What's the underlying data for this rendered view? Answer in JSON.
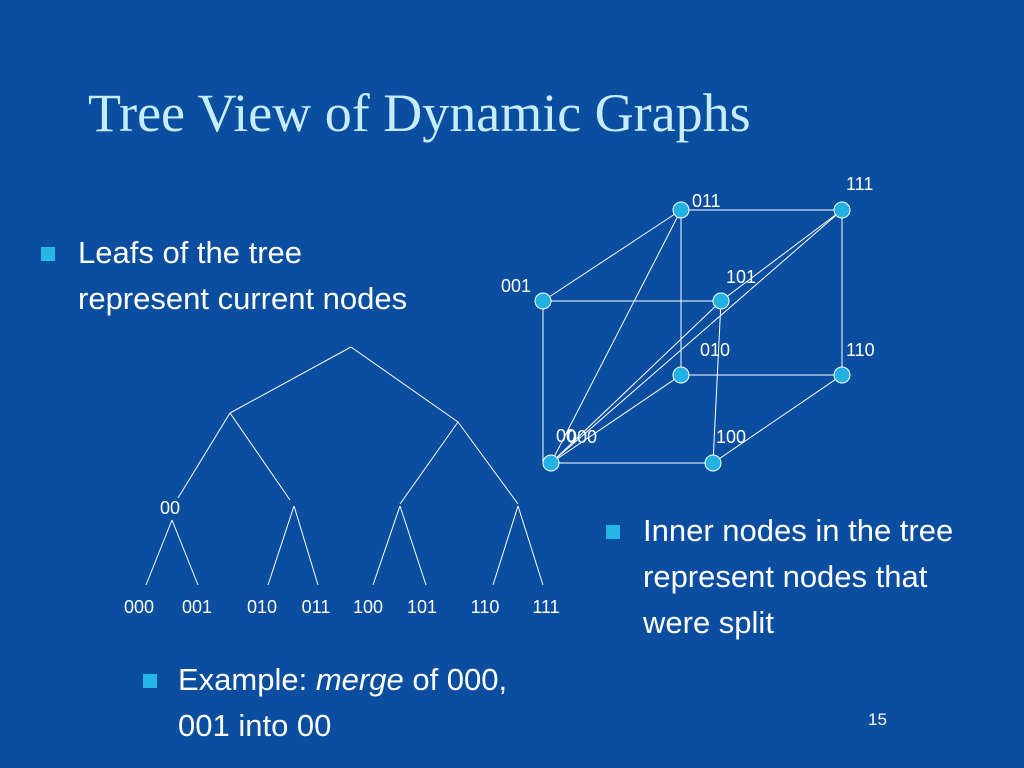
{
  "slide": {
    "title": "Tree View of Dynamic Graphs",
    "page_number": "15"
  },
  "bullets": {
    "leafs": "Leafs of the tree represent current nodes",
    "inner": "Inner nodes in the tree represent nodes that were split",
    "example_prefix": "Example: ",
    "example_emph": "merge",
    "example_suffix": " of 000, 001 into 00"
  },
  "tree": {
    "inner_label": "00",
    "leaf_labels": [
      "000",
      "001",
      "010",
      "011",
      "100",
      "101",
      "110",
      "111"
    ]
  },
  "cube": {
    "labels": {
      "n011": "011",
      "n111": "111",
      "n001": "001",
      "n101": "101",
      "n010": "010",
      "n110": "110",
      "n00_overlap": "00",
      "n000": "000",
      "n100": "100"
    }
  },
  "colors": {
    "background": "#0b4d9e",
    "title": "#c6ecff",
    "bullet_marker": "#26b6e8",
    "node_fill": "#22b1e0",
    "lines": "#ffffff"
  }
}
